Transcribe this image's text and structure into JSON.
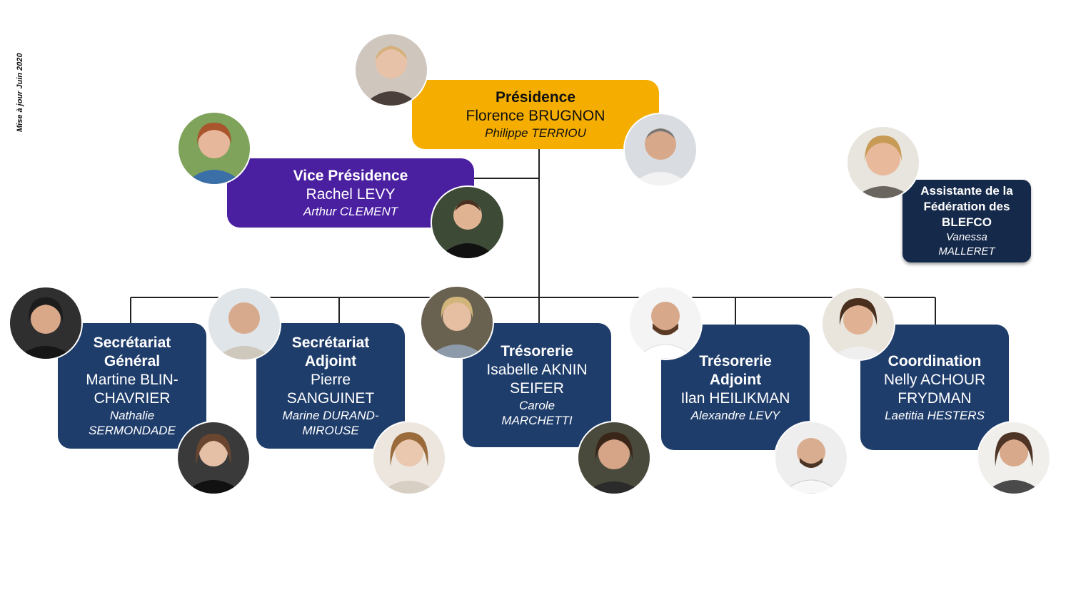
{
  "side_note": "Mise à jour Juin 2020",
  "presidence": {
    "role": "Présidence",
    "name": "Florence BRUGNON",
    "deputy": "Philippe TERRIOU"
  },
  "vice": {
    "role": "Vice Présidence",
    "name": "Rachel LEVY",
    "deputy": "Arthur CLEMENT"
  },
  "assistant": {
    "role_line1": "Assistante de la",
    "role_line2": "Fédération des",
    "role_line3": "BLEFCO",
    "deputy_line1": "Vanessa",
    "deputy_line2": "MALLERET"
  },
  "departments": [
    {
      "role_line1": "Secrétariat",
      "role_line2": "Général",
      "name_line1": "Martine BLIN-",
      "name_line2": "CHAVRIER",
      "deputy_line1": "Nathalie",
      "deputy_line2": "SERMONDADE"
    },
    {
      "role_line1": "Secrétariat",
      "role_line2": "Adjoint",
      "name_line1": "Pierre",
      "name_line2": "SANGUINET",
      "deputy_line1": "Marine DURAND-",
      "deputy_line2": "MIROUSE"
    },
    {
      "role_line1": "Trésorerie",
      "name_line1": "Isabelle AKNIN",
      "name_line2": "SEIFER",
      "deputy_line1": "Carole",
      "deputy_line2": "MARCHETTI"
    },
    {
      "role_line1": "Trésorerie",
      "role_line2": "Adjoint",
      "name_line1": "Ilan HEILIKMAN",
      "deputy_line1": "Alexandre LEVY"
    },
    {
      "role_line1": "Coordination",
      "name_line1": "Nelly ACHOUR",
      "name_line2": "FRYDMAN",
      "deputy_line1": "Laetitia HESTERS"
    }
  ],
  "colors": {
    "presidence": "#f5ae00",
    "vice": "#4a1fa0",
    "department": "#1f3d6b",
    "assistant": "#15294a",
    "connector": "#222222"
  }
}
